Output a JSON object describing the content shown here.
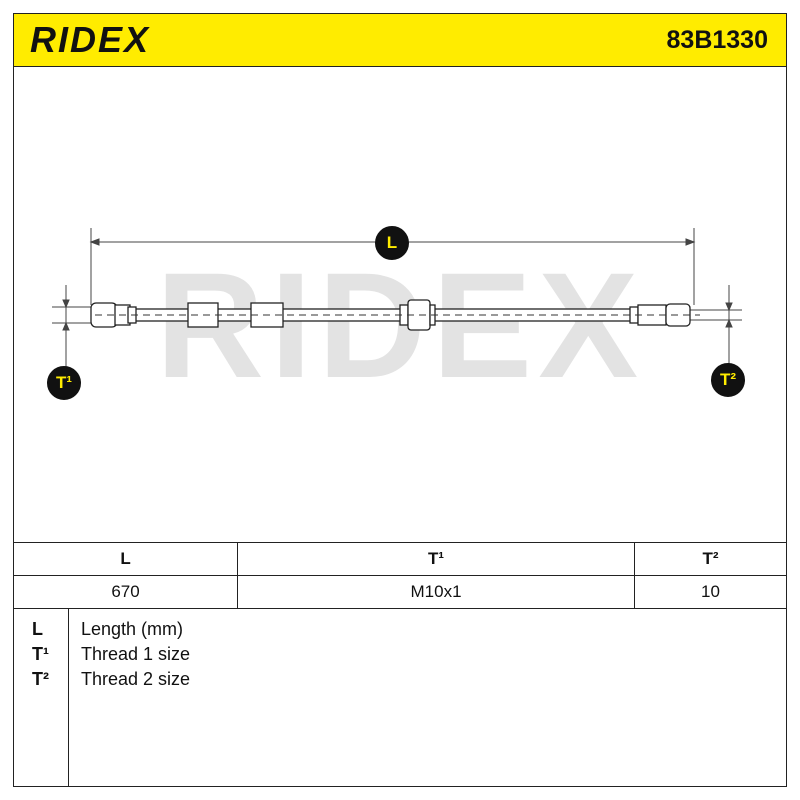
{
  "header": {
    "brand": "RIDEX",
    "part_number": "83B1330",
    "brand_color": "#ffec00"
  },
  "watermark": "RIDEX",
  "dimensions": {
    "L": "L",
    "T1": "T¹",
    "T2": "T²"
  },
  "spec_table": {
    "headers": [
      "L",
      "T¹",
      "T²"
    ],
    "values": [
      "670",
      "M10x1",
      "10"
    ]
  },
  "legend": [
    {
      "key": "L",
      "description": "Length (mm)"
    },
    {
      "key": "T¹",
      "description": "Thread 1 size"
    },
    {
      "key": "T²",
      "description": "Thread 2 size"
    }
  ]
}
